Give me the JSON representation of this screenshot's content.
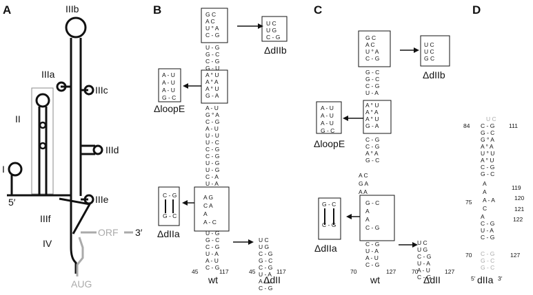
{
  "panels": {
    "a": "A",
    "b": "B",
    "c": "C",
    "d": "D"
  },
  "panelA": {
    "domains": {
      "IIIb": "IIIb",
      "IIIa": "IIIa",
      "IIIc": "IIIc",
      "II": "II",
      "IIId": "IIId",
      "I": "I",
      "IIIe": "IIIe",
      "IIIf": "IIIf",
      "IV": "IV"
    },
    "five_prime": "5′",
    "orf": "ORF",
    "three_prime": "3′",
    "aug": "AUG"
  },
  "panelB": {
    "caption": "wt",
    "del_dIIb": "ΔdIIb",
    "del_loopE": "ΔloopE",
    "del_dIIa": "ΔdIIa",
    "del_dII": "ΔdII",
    "num45": "45",
    "num117": "117",
    "num45b": "45",
    "num117b": "117"
  },
  "panelC": {
    "caption": "wt",
    "del_dIIb": "ΔdIIb",
    "del_loopE": "ΔloopE",
    "del_dIIa": "ΔdIIa",
    "del_dII": "ΔdII",
    "num70": "70",
    "num127": "127",
    "num70b": "70",
    "num127b": "127"
  },
  "panelD": {
    "caption": "dIIa",
    "n84": "84",
    "n111": "111",
    "n119": "119",
    "n75": "75",
    "n120": "120",
    "n121": "121",
    "n122": "122",
    "n70": "70",
    "n127": "127",
    "five": "5′",
    "three": "3′"
  },
  "colors": {
    "ink": "#111111",
    "grey": "#aaaaaa"
  }
}
